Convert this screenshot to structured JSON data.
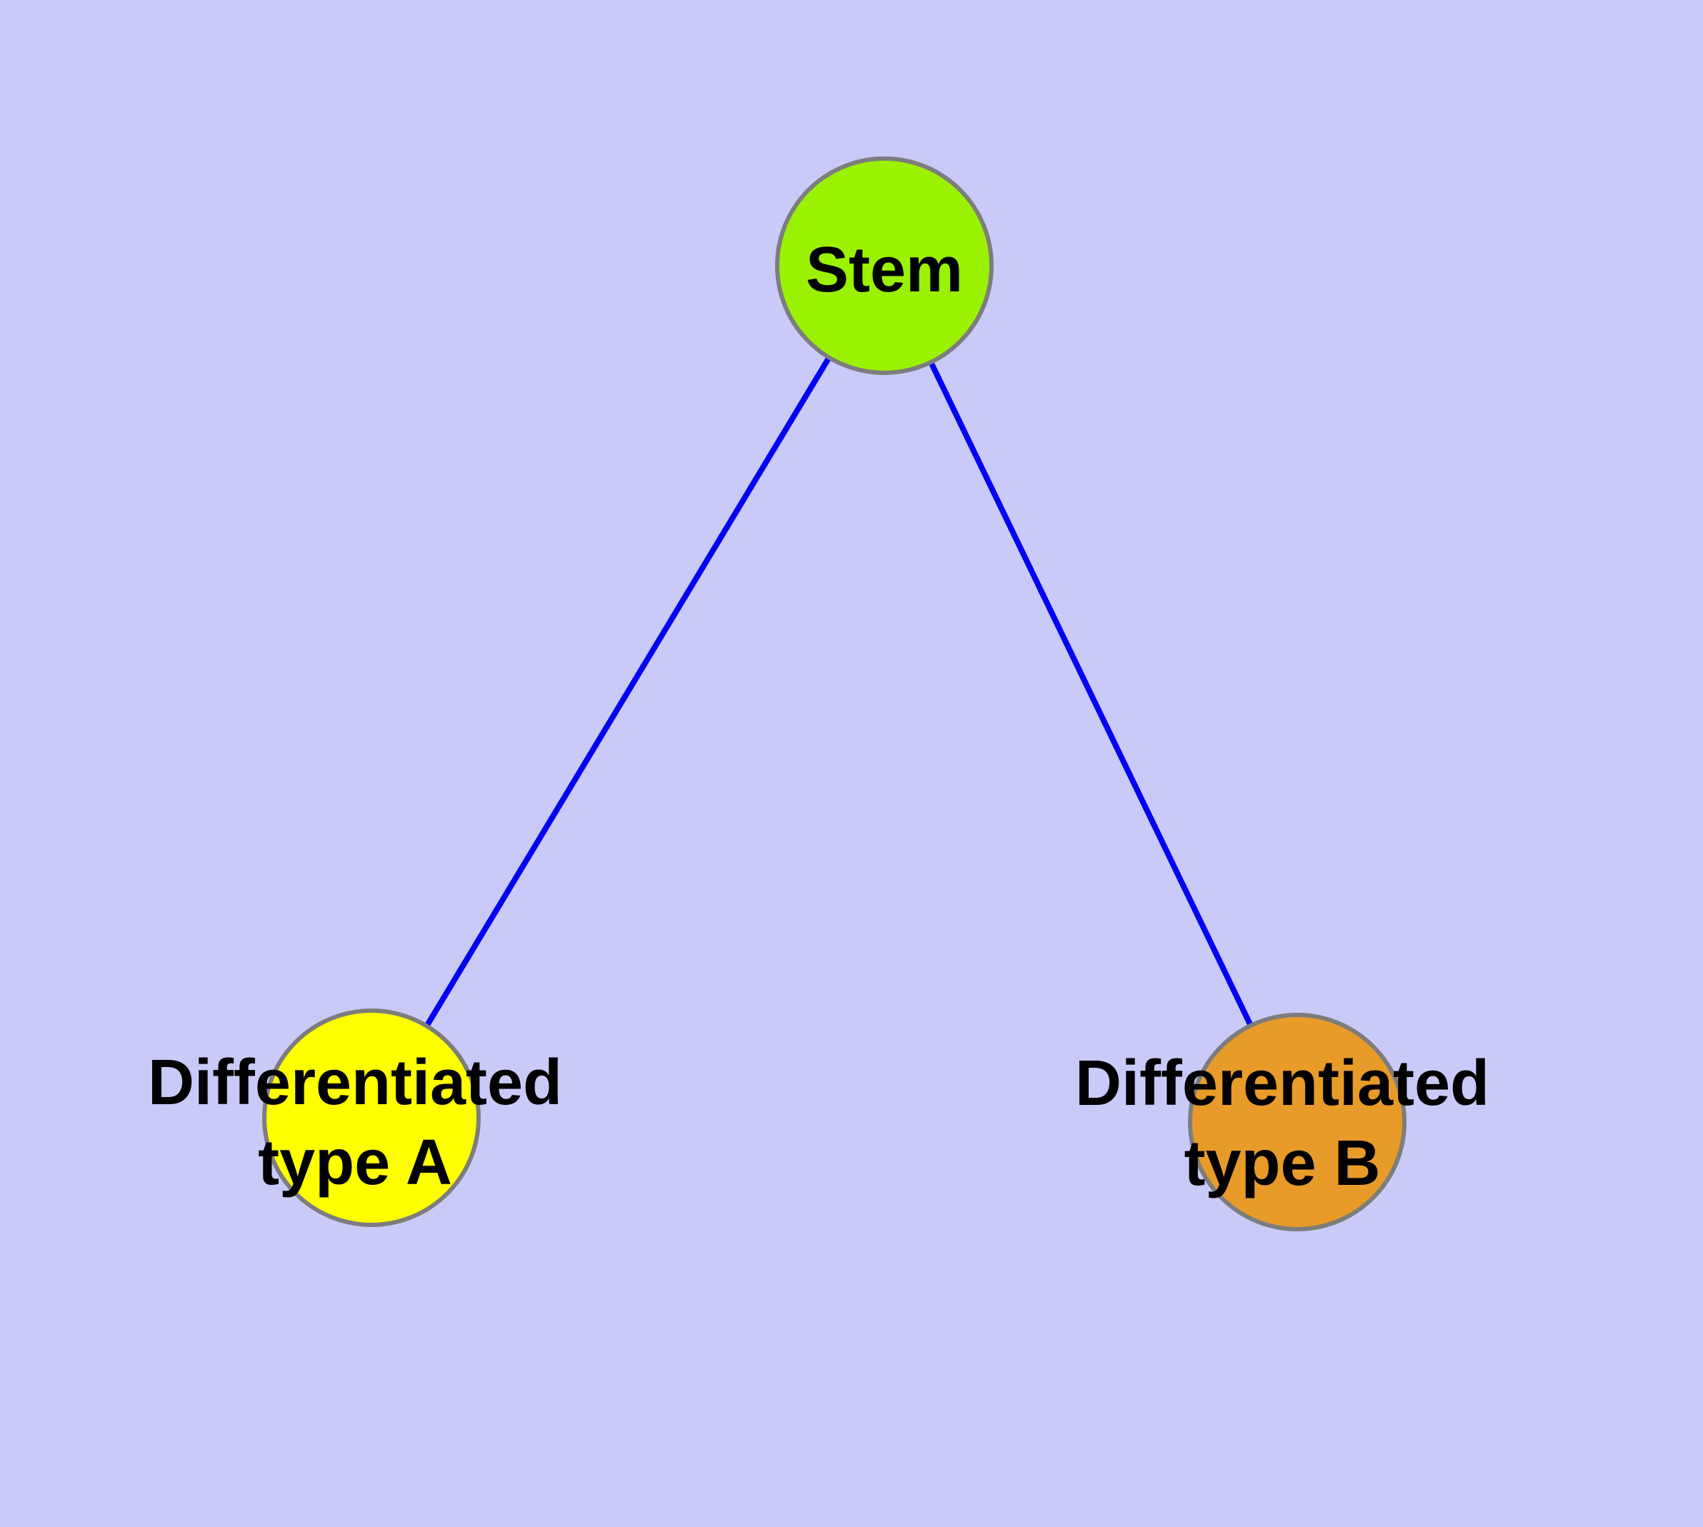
{
  "diagram": {
    "background_color": "#CACAF8",
    "edge_color": "#0000F5",
    "node_border_color": "#7D7D7D",
    "label_color": "#000000",
    "nodes": {
      "stem": {
        "id": "stem",
        "label": "Stem",
        "fill": "#9AF202"
      },
      "type_a": {
        "id": "type_a",
        "label_line1": "Differentiated",
        "label_line2": "type A",
        "fill": "#FFFF00"
      },
      "type_b": {
        "id": "type_b",
        "label_line1": "Differentiated",
        "label_line2": "type B",
        "fill": "#E89B28"
      }
    },
    "edges": [
      {
        "from": "stem",
        "to": "type_a"
      },
      {
        "from": "stem",
        "to": "type_b"
      }
    ]
  }
}
